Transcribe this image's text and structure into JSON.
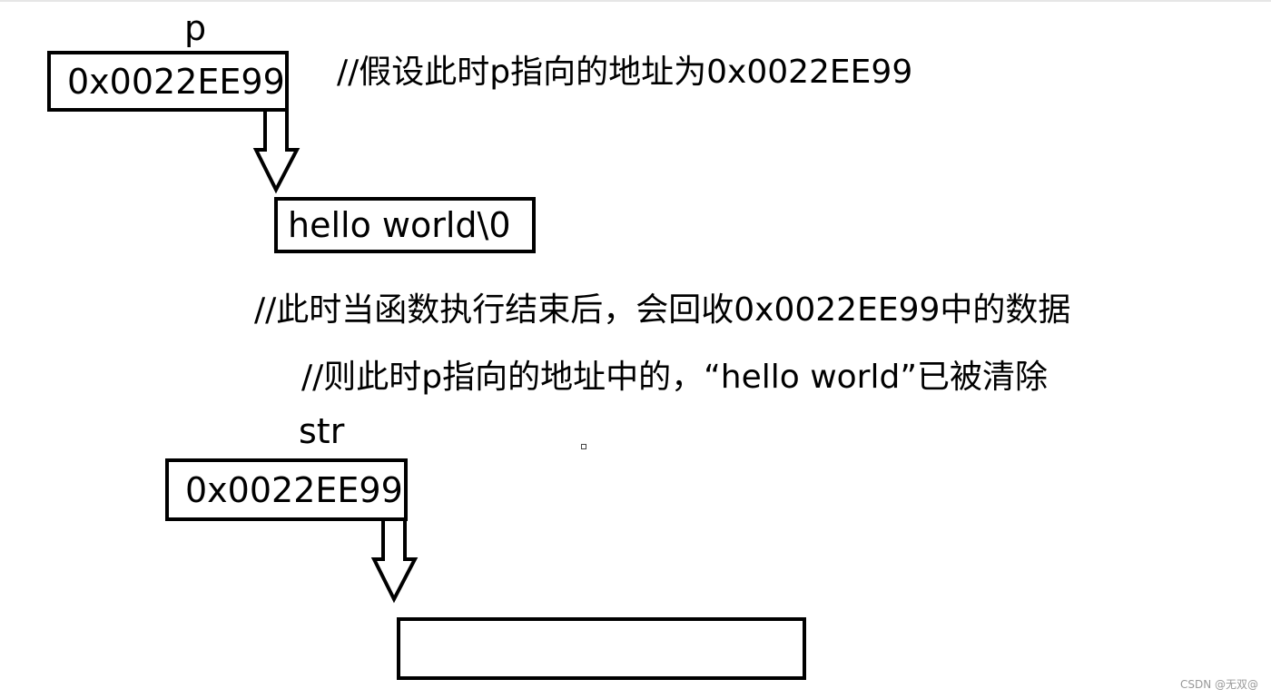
{
  "upper": {
    "pointer_name": "p",
    "address": "0x0022EE99",
    "target_value": "hello world\\0"
  },
  "comments": {
    "assume": "//假设此时p指向的地址为0x0022EE99",
    "reclaim": "//此时当函数执行结束后，会回收0x0022EE99中的数据",
    "cleared": "//则此时p指向的地址中的，“hello world”已被清除"
  },
  "lower": {
    "pointer_name": "str",
    "address": "0x0022EE99",
    "target_value": ""
  },
  "watermark": "CSDN @无双@",
  "colors": {
    "ink": "#000000",
    "background": "#ffffff",
    "watermark": "#999999"
  }
}
